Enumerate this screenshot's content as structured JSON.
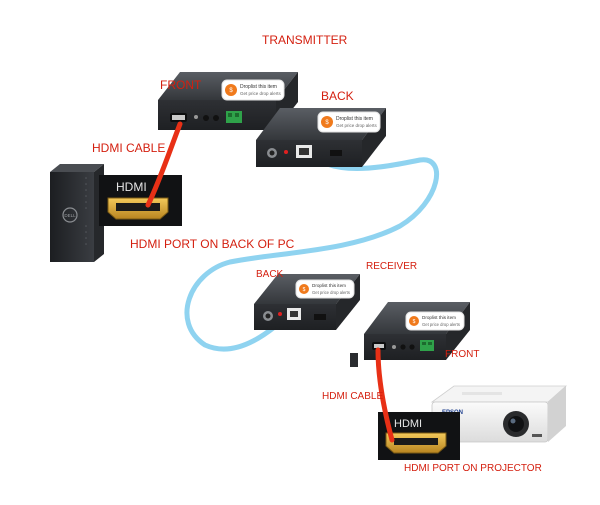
{
  "labels": {
    "transmitter": "TRANSMITTER",
    "tx_front": "FRONT",
    "tx_back": "BACK",
    "hdmi_cable_pc": "HDMI CABLE",
    "hdmi_port_pc": "HDMI PORT ON BACK OF PC",
    "receiver": "RECEIVER",
    "rx_back": "BACK",
    "rx_front": "FRONT",
    "hdmi_cable_projector": "HDMI CABLE",
    "hdmi_port_projector": "HDMI PORT ON PROJECTOR"
  },
  "overlays": {
    "badge_title": "Droplist this item",
    "badge_subtitle": "Get price drop alerts"
  },
  "device_text": {
    "port_hdmi": "HDMI",
    "projector_brand": "EPSON"
  },
  "colors": {
    "label_red": "#d41f0f",
    "hdmi_cable_red": "#e83016",
    "ethernet_cable_blue": "#8fd3f0",
    "device_body": "#3c3f44",
    "port_gold": "#d9a431",
    "badge_orange": "#f07a1c"
  }
}
